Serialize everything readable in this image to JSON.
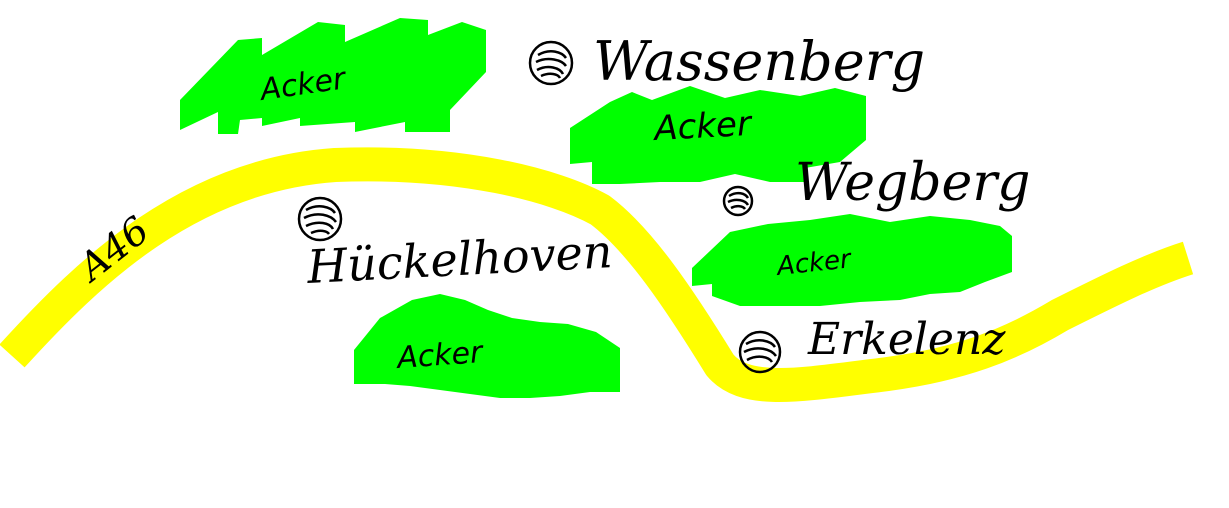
{
  "map": {
    "colors": {
      "background": "#ffffff",
      "field": "#00ff00",
      "road": "#ffff00",
      "ink": "#000000"
    },
    "road": {
      "label": "A46"
    },
    "fields": [
      {
        "label": "Acker"
      },
      {
        "label": "Acker"
      },
      {
        "label": "Acker"
      },
      {
        "label": "Acker"
      }
    ],
    "towns": [
      {
        "name": "Wassenberg"
      },
      {
        "name": "Wegberg"
      },
      {
        "name": "Hückelhoven"
      },
      {
        "name": "Erkelenz"
      }
    ]
  }
}
